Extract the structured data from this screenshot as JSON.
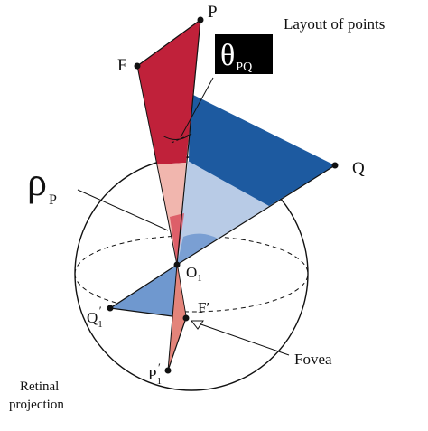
{
  "title": "Layout of points",
  "labels": {
    "P": "P",
    "F": "F",
    "Q": "Q",
    "O1_main": "O",
    "O1_sub": "1",
    "F_prime": "F′",
    "Q1_main": "Q",
    "Q1_sub": "1",
    "Q1_prime": "′",
    "P1_main": "P",
    "P1_sub": "1",
    "P1_prime": "′",
    "fovea": "Fovea",
    "retinal_line1": "Retinal",
    "retinal_line2": "projection"
  },
  "theta": {
    "symbol": "θ",
    "sub": "PQ"
  },
  "rho": {
    "symbol": "ρ",
    "sub": "P"
  },
  "colors": {
    "red_triangle": "#c0213a",
    "red_lower": "#d84a57",
    "blue_triangle": "#1d5aa0",
    "blue_light": "#b8cbe6",
    "pink_light": "#f1b6ae",
    "retina_blue": "#6f98cf",
    "retina_pink": "#e3847a",
    "line": "#111111",
    "theta_bg": "#000000",
    "theta_text": "#ffffff"
  }
}
